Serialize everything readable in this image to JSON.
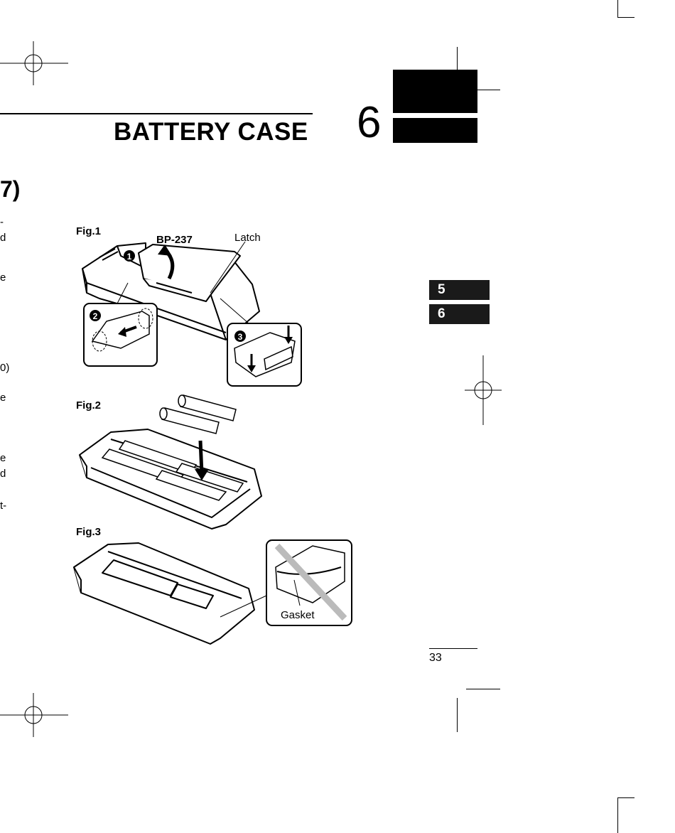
{
  "header": {
    "title": "BATTERY CASE",
    "section_number": "6"
  },
  "partial_heading": "7)",
  "edge_fragments": [
    "-",
    "d",
    "e",
    "0)",
    "e",
    "e",
    "d",
    "t-"
  ],
  "figures": {
    "fig1": {
      "label": "Fig.1",
      "pack_label": "BP-237",
      "latch_label": "Latch",
      "steps": [
        "1",
        "2",
        "3"
      ]
    },
    "fig2": {
      "label": "Fig.2"
    },
    "fig3": {
      "label": "Fig.3",
      "gasket_label": "Gasket"
    }
  },
  "side_tabs": [
    "5",
    "6"
  ],
  "footer": {
    "page_number": "33"
  }
}
